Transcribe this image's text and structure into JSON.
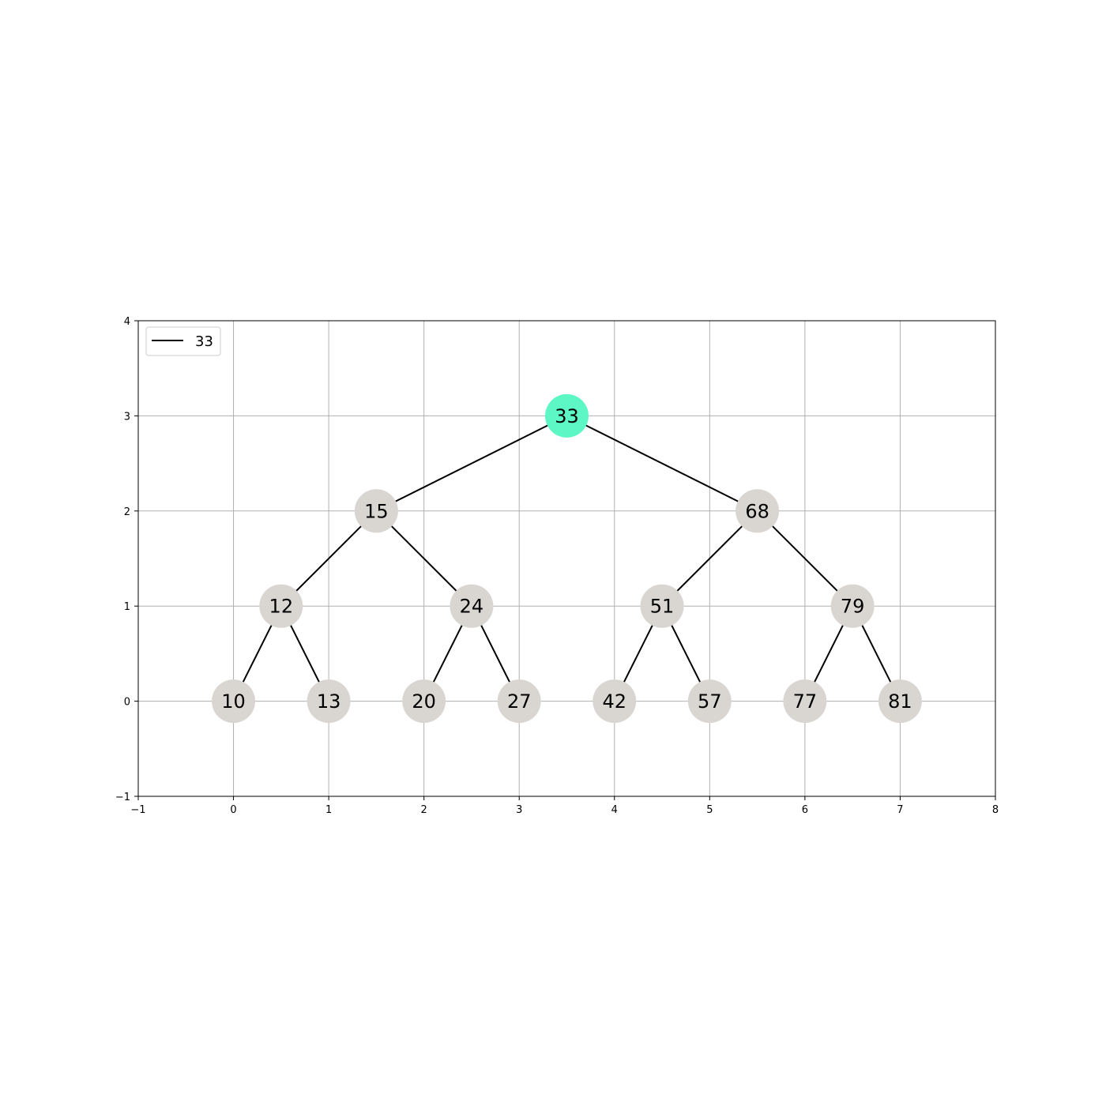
{
  "chart_data": {
    "type": "tree",
    "xlim": [
      -1,
      8
    ],
    "ylim": [
      -1,
      4
    ],
    "xticks": [
      "−1",
      "0",
      "1",
      "2",
      "3",
      "4",
      "5",
      "6",
      "7",
      "8"
    ],
    "yticks": [
      "−1",
      "0",
      "1",
      "2",
      "3",
      "4"
    ],
    "grid": true,
    "legend": {
      "placement": "top-left",
      "entries": [
        {
          "label": "33",
          "color": "#000000"
        }
      ]
    },
    "colors": {
      "root": "#5cf7c4",
      "node": "#d9d6d2",
      "edge": "#000000",
      "grid": "#b0b0b0"
    },
    "nodes": [
      {
        "label": "33",
        "x": 3.5,
        "y": 3,
        "root": true
      },
      {
        "label": "15",
        "x": 1.5,
        "y": 2
      },
      {
        "label": "68",
        "x": 5.5,
        "y": 2
      },
      {
        "label": "12",
        "x": 0.5,
        "y": 1
      },
      {
        "label": "24",
        "x": 2.5,
        "y": 1
      },
      {
        "label": "51",
        "x": 4.5,
        "y": 1
      },
      {
        "label": "79",
        "x": 6.5,
        "y": 1
      },
      {
        "label": "10",
        "x": 0,
        "y": 0
      },
      {
        "label": "13",
        "x": 1,
        "y": 0
      },
      {
        "label": "20",
        "x": 2,
        "y": 0
      },
      {
        "label": "27",
        "x": 3,
        "y": 0
      },
      {
        "label": "42",
        "x": 4,
        "y": 0
      },
      {
        "label": "57",
        "x": 5,
        "y": 0
      },
      {
        "label": "77",
        "x": 6,
        "y": 0
      },
      {
        "label": "81",
        "x": 7,
        "y": 0
      }
    ],
    "edges": [
      [
        "33",
        "15"
      ],
      [
        "33",
        "68"
      ],
      [
        "15",
        "12"
      ],
      [
        "15",
        "24"
      ],
      [
        "68",
        "51"
      ],
      [
        "68",
        "79"
      ],
      [
        "12",
        "10"
      ],
      [
        "12",
        "13"
      ],
      [
        "24",
        "20"
      ],
      [
        "24",
        "27"
      ],
      [
        "51",
        "42"
      ],
      [
        "51",
        "57"
      ],
      [
        "79",
        "77"
      ],
      [
        "79",
        "81"
      ]
    ]
  }
}
